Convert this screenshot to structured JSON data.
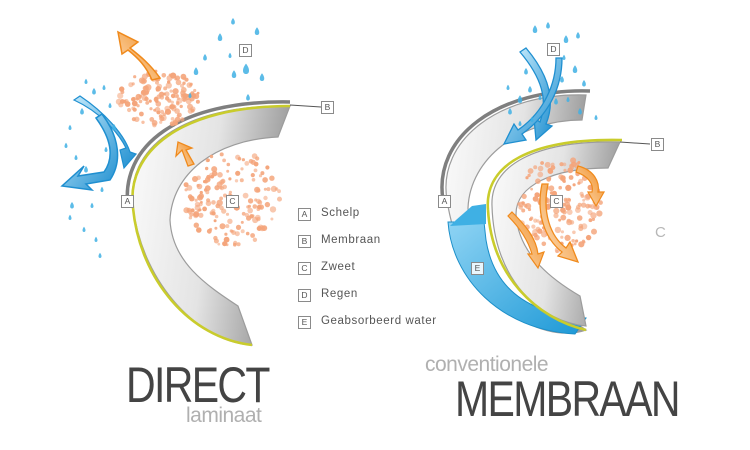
{
  "markers": {
    "a": "A",
    "b": "B",
    "c": "C",
    "d": "D",
    "e": "E"
  },
  "legend": [
    {
      "key": "A",
      "label": "Schelp"
    },
    {
      "key": "B",
      "label": "Membraan"
    },
    {
      "key": "C",
      "label": "Zweet"
    },
    {
      "key": "D",
      "label": "Regen"
    },
    {
      "key": "E",
      "label": "Geabsorbeerd water"
    }
  ],
  "left_panel": {
    "title": "DIRECT",
    "subtitle": "laminaat"
  },
  "right_panel": {
    "title": "MEMBRAAN",
    "subtitle": "conventionele",
    "stray_label": "C"
  },
  "colors": {
    "shell_light": "#f1f1f1",
    "shell_dark": "#8e8e8e",
    "membrane": "#c9cc2c",
    "sweat": "#f4a47a",
    "arrow_orange": "#f3992e",
    "rain_blue": "#2aa4dd",
    "absorbed_water": "#29a3dc",
    "title_text": "#444444",
    "subtitle_text": "#b0b0b0"
  },
  "icons": [
    "orange-arrow-icon",
    "blue-arrow-icon",
    "raindrop-icon",
    "sweat-dot-icon"
  ]
}
